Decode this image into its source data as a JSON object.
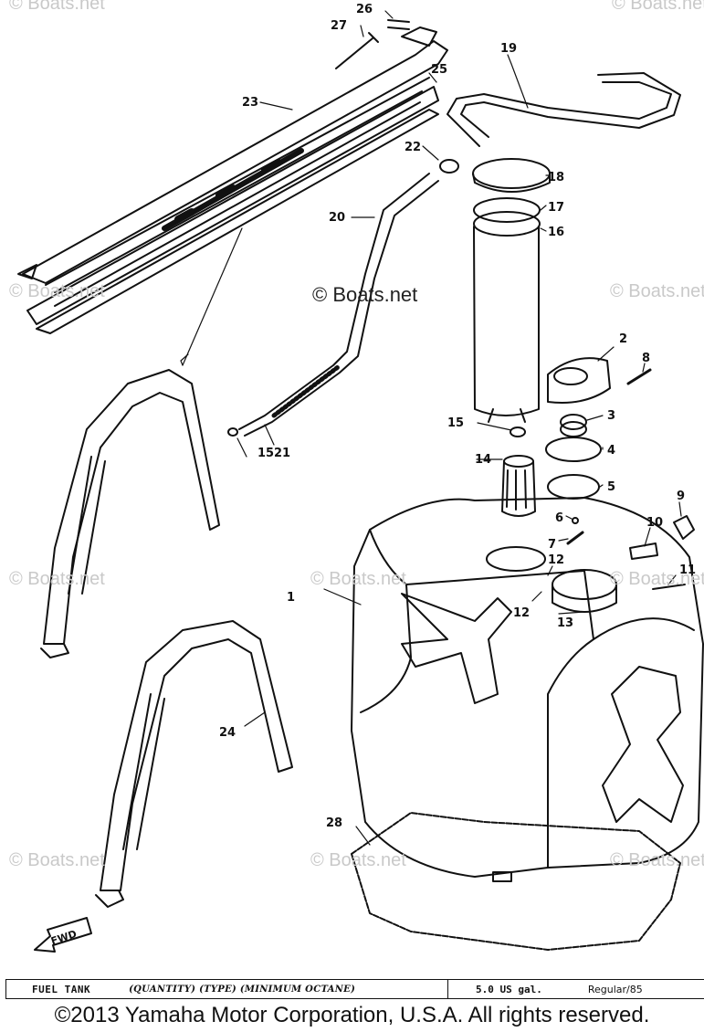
{
  "watermark_text": "© Boats.net",
  "callouts": [
    "1",
    "2",
    "3",
    "4",
    "5",
    "6",
    "7",
    "8",
    "9",
    "10",
    "11",
    "12",
    "12",
    "13",
    "14",
    "15",
    "15",
    "16",
    "17",
    "18",
    "19",
    "20",
    "21",
    "22",
    "23",
    "24",
    "25",
    "26",
    "27",
    "28"
  ],
  "fwd_label": "FWD",
  "spec_bar": {
    "title": "FUEL TANK",
    "fields": "(QUANTITY) (TYPE) (MINIMUM OCTANE)",
    "capacity": "5.0 US gal.",
    "octane": "Regular/85"
  },
  "copyright": "©2013 Yamaha Motor Corporation, U.S.A. All rights reserved."
}
